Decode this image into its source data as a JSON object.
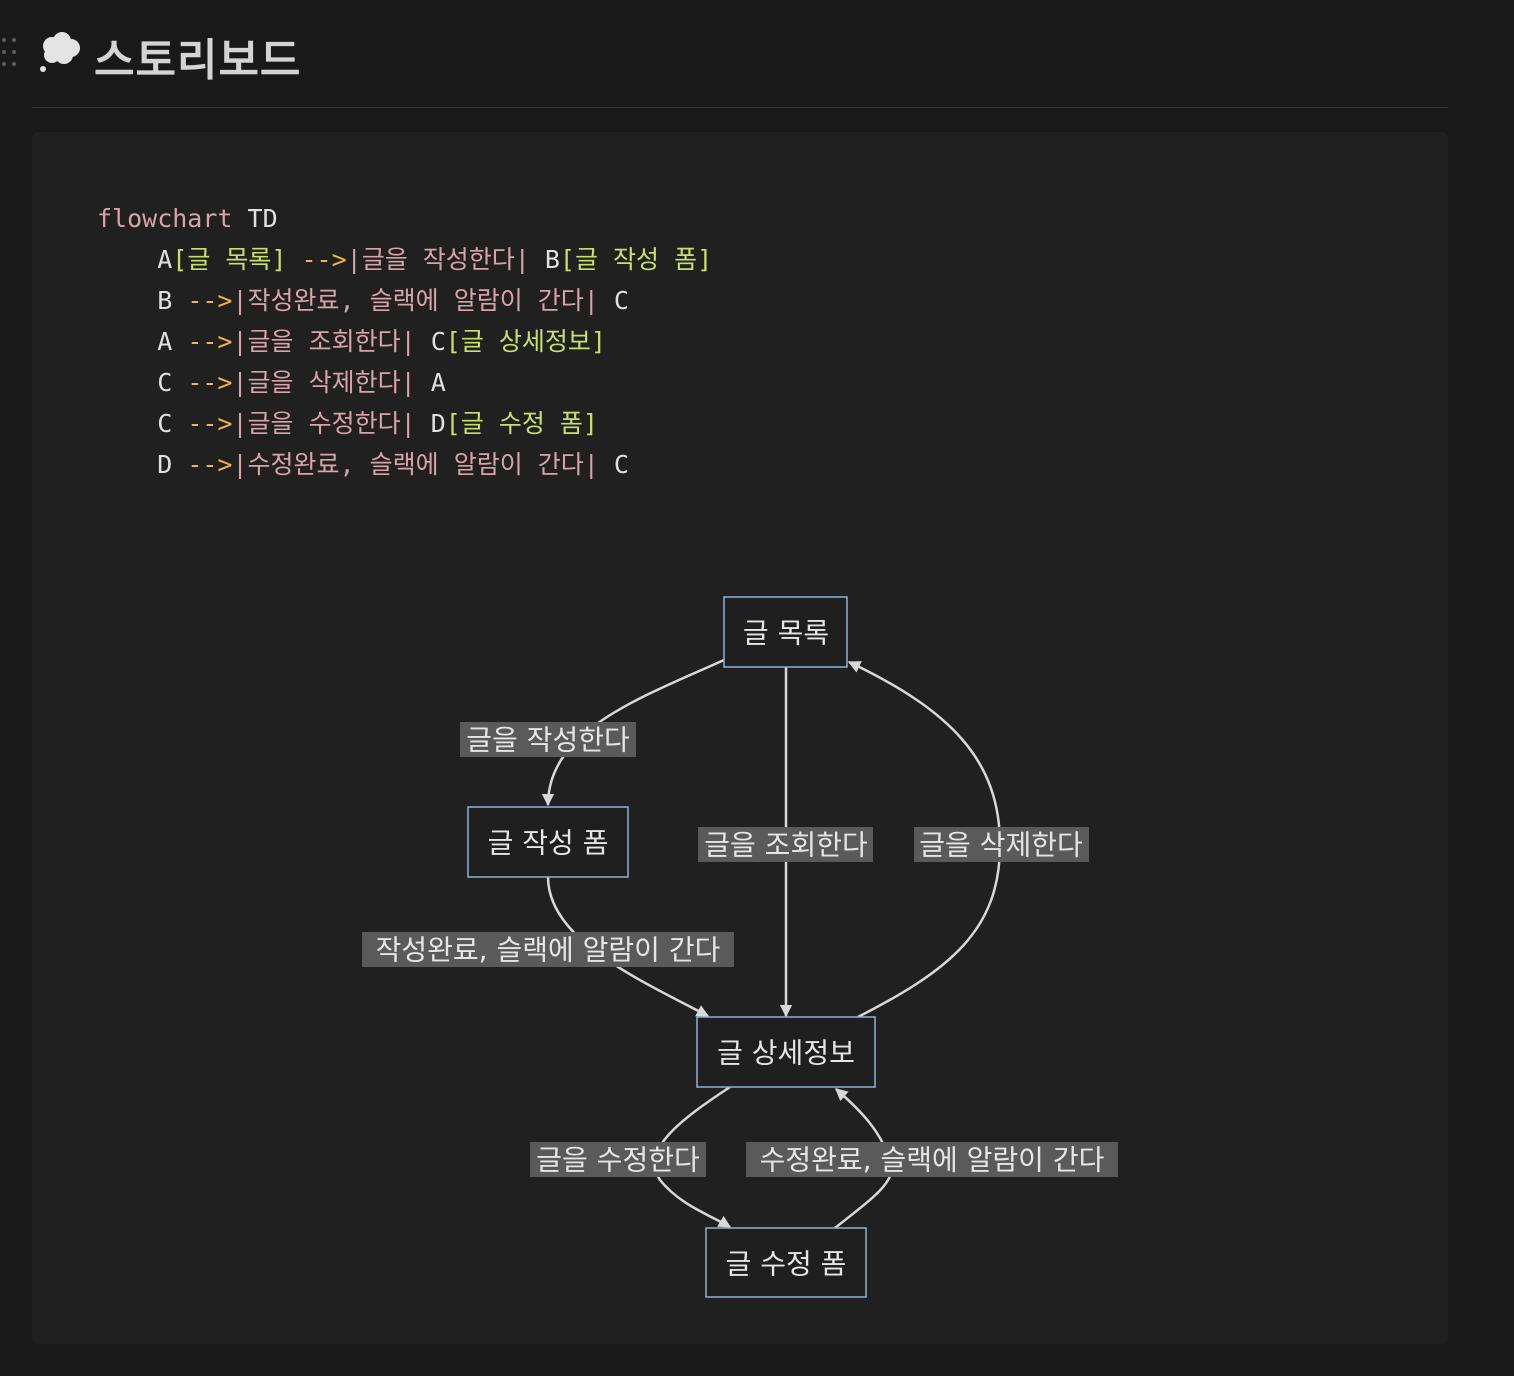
{
  "page": {
    "title": "스토리보드",
    "icon": "thought-balloon-icon"
  },
  "code": {
    "line0": {
      "kw": "flowchart",
      "dir": "TD"
    },
    "lines": [
      [
        {
          "t": "A",
          "c": "w"
        },
        {
          "t": "[글 목록]",
          "c": "g"
        },
        {
          "t": " -->",
          "c": "y"
        },
        {
          "t": "|글을 작성한다|",
          "c": "p"
        },
        {
          "t": " B",
          "c": "w"
        },
        {
          "t": "[글 작성 폼]",
          "c": "g"
        }
      ],
      [
        {
          "t": "B",
          "c": "w"
        },
        {
          "t": " -->",
          "c": "y"
        },
        {
          "t": "|작성완료, 슬랙에 알람이 간다|",
          "c": "p"
        },
        {
          "t": " C",
          "c": "w"
        }
      ],
      [
        {
          "t": "A",
          "c": "w"
        },
        {
          "t": " -->",
          "c": "y"
        },
        {
          "t": "|글을 조회한다|",
          "c": "p"
        },
        {
          "t": " C",
          "c": "w"
        },
        {
          "t": "[글 상세정보]",
          "c": "g"
        }
      ],
      [
        {
          "t": "C",
          "c": "w"
        },
        {
          "t": " -->",
          "c": "y"
        },
        {
          "t": "|글을 삭제한다|",
          "c": "p"
        },
        {
          "t": " A",
          "c": "w"
        }
      ],
      [
        {
          "t": "C",
          "c": "w"
        },
        {
          "t": " -->",
          "c": "y"
        },
        {
          "t": "|글을 수정한다|",
          "c": "p"
        },
        {
          "t": " D",
          "c": "w"
        },
        {
          "t": "[글 수정 폼]",
          "c": "g"
        }
      ],
      [
        {
          "t": "D",
          "c": "w"
        },
        {
          "t": " -->",
          "c": "y"
        },
        {
          "t": "|수정완료, 슬랙에 알람이 간다|",
          "c": "p"
        },
        {
          "t": " C",
          "c": "w"
        }
      ]
    ]
  },
  "diagram": {
    "nodes": {
      "A": "글 목록",
      "B": "글 작성 폼",
      "C": "글 상세정보",
      "D": "글 수정 폼"
    },
    "edges": {
      "ab": "글을 작성한다",
      "bc": "작성완료, 슬랙에 알람이 간다",
      "ac": "글을 조회한다",
      "ca": "글을 삭제한다",
      "cd": "글을 수정한다",
      "dc": "수정완료, 슬랙에 알람이 간다"
    }
  },
  "colors": {
    "node_stroke": "#8fb0d6",
    "label_bg": "#5a5a5a",
    "keyword": "#d9a3aa",
    "arrow": "#f0b347",
    "node_text": "#c8e06a"
  }
}
